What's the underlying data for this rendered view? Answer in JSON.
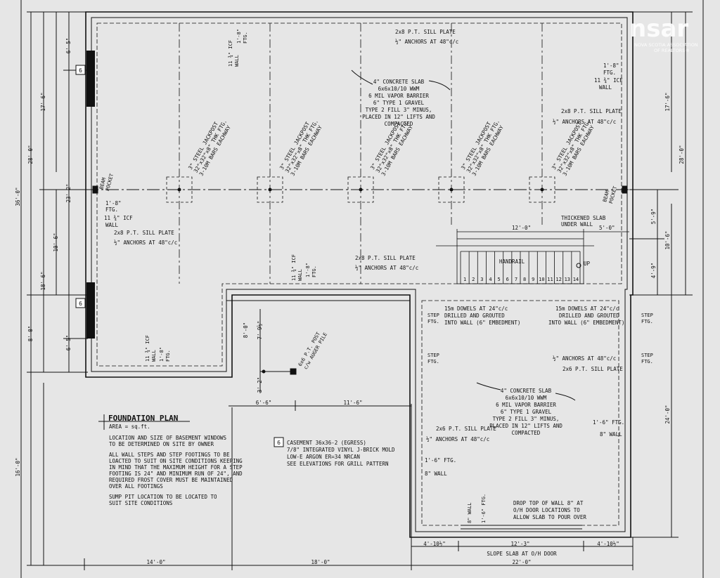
{
  "watermark": {
    "logo_text": "nsar",
    "association": "NOVA SCOTIA ASSOCIATION",
    "association_sub": "OF REALTORS®"
  },
  "plan": {
    "title": "FOUNDATION PLAN",
    "area": "AREA = sq.ft.",
    "notes": [
      "LOCATION AND SIZE OF BASEMENT WINDOWS",
      "TO BE DETERMINED ON SITE BY OWNER",
      "ALL WALL STEPS AND STEP FOOTINGS TO BE",
      "LOACTED TO SUIT ON SITE CONDITIONS KEEPING",
      "IN MIND THAT THE MAXIMUM HEIGHT FOR A STEP",
      "FOOTING IS 24\" AND MINIMUM RUN OF 24\", AND",
      "REQUIRED FROST COVER MUST BE MAINTAINED",
      "OVER ALL FOOTINGS",
      "SUMP PIT LOCATION TO BE LOCATED TO",
      "SUIT SITE CONDITIONS"
    ],
    "window_tag": "6",
    "window_schedule": [
      "CASEMENT 36x36-2 (EGRESS)",
      "7/8\" INTEGRATED VINYL J-BRICK MOLD",
      "LOW-E ARGON  ER=34 NRCAN",
      "SEE ELEVATIONS FOR GRILL PATTERN"
    ]
  },
  "labels": {
    "sill_plate_2x8": "2x8 P.T. SILL PLATE",
    "sill_plate_2x6": "2x6 P.T. SILL PLATE",
    "anchors": "½\" ANCHORS AT 48\"c/c",
    "slab_main": [
      "4\" CONCRETE SLAB",
      "6x6x10/10 WWM",
      "6 MIL VAPOR BARRIER",
      "6\" TYPE 1 GRAVEL",
      "TYPE 2 FILL 3\" MINUS,",
      "PLACED IN 12\" LIFTS AND",
      "COMPACTED"
    ],
    "slab_garage": [
      "4\" CONCRETE SLAB",
      "6x6x10/10 WWM",
      "6 MIL VAPOR BARRIER",
      "6\" TYPE 1 GRAVEL",
      "TYPE 2 FILL 3\" MINUS,",
      "PLACED IN 12\" LIFTS AND",
      "COMPACTED"
    ],
    "jackpost": [
      "3\" STEEL JACKPOST",
      "32\"x32\"x8\" THK FTG.",
      "3-10M BARS EACHWAY"
    ],
    "beam_pocket": [
      "BEAM",
      "POCKET"
    ],
    "ftg_1_8": "1'-8\"",
    "ftg": "FTG.",
    "icf": "11 ¾\" ICF",
    "wall": "WALL",
    "thickened_slab": [
      "THICKENED SLAB",
      "UNDER WALL"
    ],
    "handrail": "HANDRAIL",
    "up": "UP",
    "stair_numbers": [
      "1",
      "2",
      "3",
      "4",
      "5",
      "6",
      "7",
      "8",
      "9",
      "10",
      "11",
      "12",
      "13",
      "14"
    ],
    "dowels": [
      "15m DOWELS AT 24\"c/c",
      "DRILLED AND GROUTED",
      "INTO WALL (6\" EMBEDMENT)"
    ],
    "step_ftg": [
      "STEP",
      "FTG."
    ],
    "post": [
      "6x6 P.T. POST",
      "c/w AUGER PILE"
    ],
    "ftg_1_6": "1'-6\" FTG.",
    "wall_8": "8\" WALL",
    "drop_wall": [
      "DROP TOP OF WALL 8\" AT",
      "O/H DOOR LOCATIONS TO",
      "ALLOW SLAB TO POUR OVER"
    ],
    "slope_slab": "SLOPE SLAB AT O/H DOOR"
  },
  "dims": {
    "left_6_5a": "6'-5\"",
    "left_17_6": "17'-6\"",
    "left_28_0": "28'-0\"",
    "left_36_0": "36'-0\"",
    "left_23_2": "23'-2\"",
    "left_10_6": "10'-6\"",
    "left_18_6": "18'-6\"",
    "left_8_0": "8'-0\"",
    "left_6_5b": "6'-5\"",
    "left_16_0": "16'-0\"",
    "right_17_6": "17'-6\"",
    "right_28_0": "28'-0\"",
    "right_5_9": "5'-9\"",
    "right_10_6": "10'-6\"",
    "right_4_9": "4'-9\"",
    "right_24_0": "24'-0\"",
    "stair_12_0": "12'-0\"",
    "stair_5_0": "5'-0\"",
    "mid_8_0": "8'-0\"",
    "mid_7_9": "7'-9½\"",
    "mid_3_2": "3'-2\"",
    "mid_6_6": "6'-6\"",
    "mid_11_6": "11'-6\"",
    "bot_14_0": "14'-0\"",
    "bot_18_0": "18'-0\"",
    "bot_22_0": "22'-0\"",
    "bot_4_10a": "4'-10½\"",
    "bot_12_3": "12'-3\"",
    "bot_4_10b": "4'-10½\""
  },
  "colors": {
    "paper": "#e6e6e6",
    "line": "#111111",
    "watermark": "#ffffff"
  }
}
